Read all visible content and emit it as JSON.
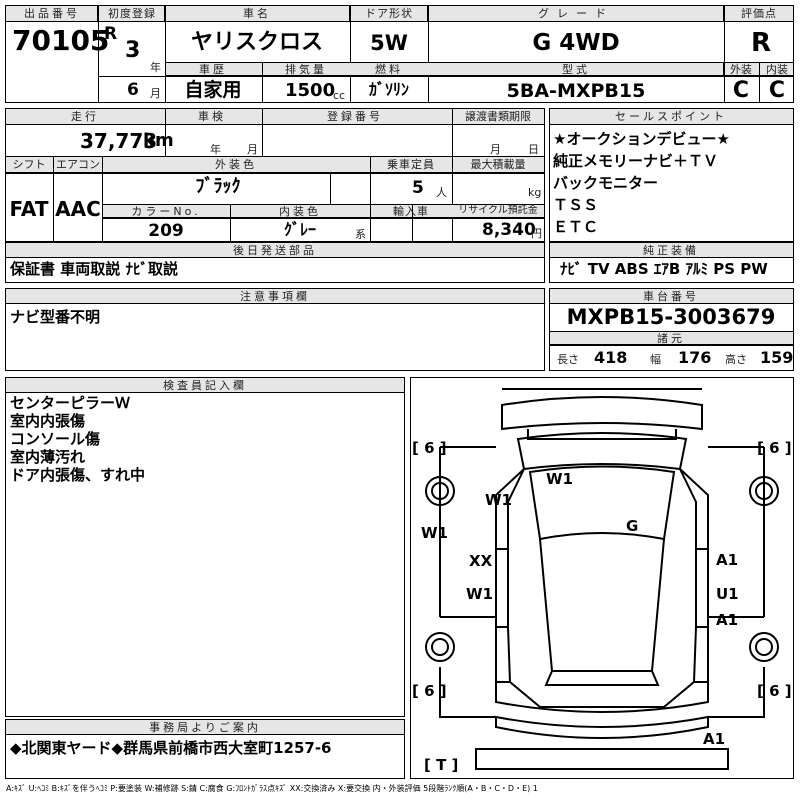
{
  "header": {
    "lot_number_label": "出品番号",
    "lot_number": "70105",
    "first_reg_label": "初度登録",
    "era": "R",
    "reg_year": "3",
    "year_unit": "年",
    "reg_month": "6",
    "month_unit": "月",
    "model_label": "車名",
    "model": "ヤリスクロス",
    "door_label": "ドア形状",
    "door": "5W",
    "grade_label": "グレード",
    "grade": "G 4WD",
    "score_label": "評価点",
    "score": "R",
    "history_label": "車歴",
    "history": "自家用",
    "displacement_label": "排気量",
    "displacement": "1500",
    "cc_unit": "cc",
    "fuel_label": "燃料",
    "fuel": "ｶﾞｿﾘﾝ",
    "type_label": "型式",
    "type": "5BA-MXPB15",
    "exterior_label": "外装",
    "exterior": "C",
    "interior_label": "内装",
    "interior": "C"
  },
  "row2": {
    "mileage_label": "走行",
    "mileage": "37,773",
    "km_unit": "km",
    "inspection_label": "車検",
    "year_unit": "年",
    "month_unit": "月",
    "plate_label": "登録番号",
    "transfer_label": "譲渡書類期限",
    "t_month": "月",
    "t_day": "日",
    "shift_label": "シフト",
    "shift": "FAT",
    "ac_label": "エアコン",
    "ac": "AAC",
    "color_label": "外装色",
    "color": "ﾌﾞﾗｯｸ",
    "capacity_label": "乗車定員",
    "capacity": "5",
    "person_unit": "人",
    "load_label": "最大積載量",
    "kg_unit": "kg",
    "color_no_label": "カラーNo.",
    "color_no": "209",
    "int_color_label": "内装色",
    "int_color": "ｸﾞﾚｰ",
    "int_color_suffix": "系",
    "import_label": "輸入車",
    "recycle_label": "リサイクル預託金",
    "recycle": "8,340",
    "yen_unit": "円"
  },
  "sales_points": {
    "label": "セールスポイント",
    "items": [
      "★オークションデビュー★",
      "純正メモリーナビ＋ＴＶ",
      "バックモニター",
      "ＴＳＳ",
      "ＥＴＣ"
    ]
  },
  "later_items": {
    "label": "後日発送部品",
    "value": "保証書 車両取説 ﾅﾋﾞ取説"
  },
  "oem_equipment": {
    "label": "純正装備",
    "value": "ﾅﾋﾞ TV ABS ｴｱB ｱﾙﾐ PS PW"
  },
  "notes": {
    "label": "注意事項欄",
    "value": "ナビ型番不明"
  },
  "chassis": {
    "label": "車台番号",
    "value": "MXPB15-3003679",
    "dims_label": "諸元",
    "length_label": "長さ",
    "length": "418",
    "width_label": "幅",
    "width": "176",
    "height_label": "高さ",
    "height": "159"
  },
  "inspector": {
    "label": "検査員記入欄",
    "lines": [
      "センターピラーＷ",
      "室内内張傷",
      "コンソール傷",
      "室内薄汚れ",
      "ドア内張傷、すれ中"
    ]
  },
  "office": {
    "label": "事務局よりご案内",
    "value": "◆北関東ヤード◆群馬県前橋市西大室町1257-6"
  },
  "diagram": {
    "tire_fl": "[ 6 ]",
    "tire_fr": "[ 6 ]",
    "tire_rl": "[ 6 ]",
    "tire_rr": "[ 6 ]",
    "spare": "[ T ]",
    "roof_w1": "W1",
    "front_left_w1": "W1",
    "left_fender_w1": "W1",
    "left_door_xx": "XX",
    "left_rear_door_w1": "W1",
    "windshield_g": "G",
    "right_door_a1": "A1",
    "right_rear_u1": "U1",
    "right_rear_a1": "A1",
    "rear_bumper_a1": "A1"
  },
  "legend": "A:ｷｽﾞ U:ﾍｺﾐ B:ｷｽﾞを伴うﾍｺﾐ P:要塗装 W:補修跡 S:錆 C:腐食 G:ﾌﾛﾝﾄｶﾞﾗｽ点ｷｽﾞ XX:交換済み X:要交換  内・外装評価  5段階ﾗﾝｸ順(A・B・C・D・E) 1"
}
